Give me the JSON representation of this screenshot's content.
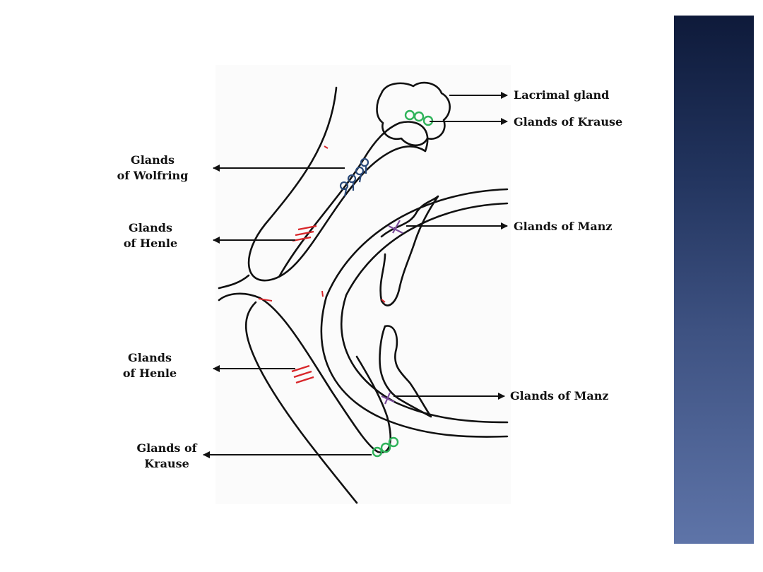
{
  "labels": {
    "lacrimal_gland": "Lacrimal gland",
    "krause_upper": "Glands of Krause",
    "wolfring_line1": "Glands",
    "wolfring_line2": "of Wolfring",
    "henle_upper_line1": "Glands",
    "henle_upper_line2": "of Henle",
    "manz_upper": "Glands of Manz",
    "henle_lower_line1": "Glands",
    "henle_lower_line2": "of Henle",
    "manz_lower": "Glands of Manz",
    "krause_lower_line1": "Glands of",
    "krause_lower_line2": "Krause"
  },
  "colors": {
    "outline": "#111111",
    "krause": "#2fb35a",
    "wolfring": "#2a4a7a",
    "henle": "#d8262a",
    "manz": "#7a4a9a",
    "panel_top": "#0e1a3a",
    "panel_bottom": "#5e74a8"
  }
}
